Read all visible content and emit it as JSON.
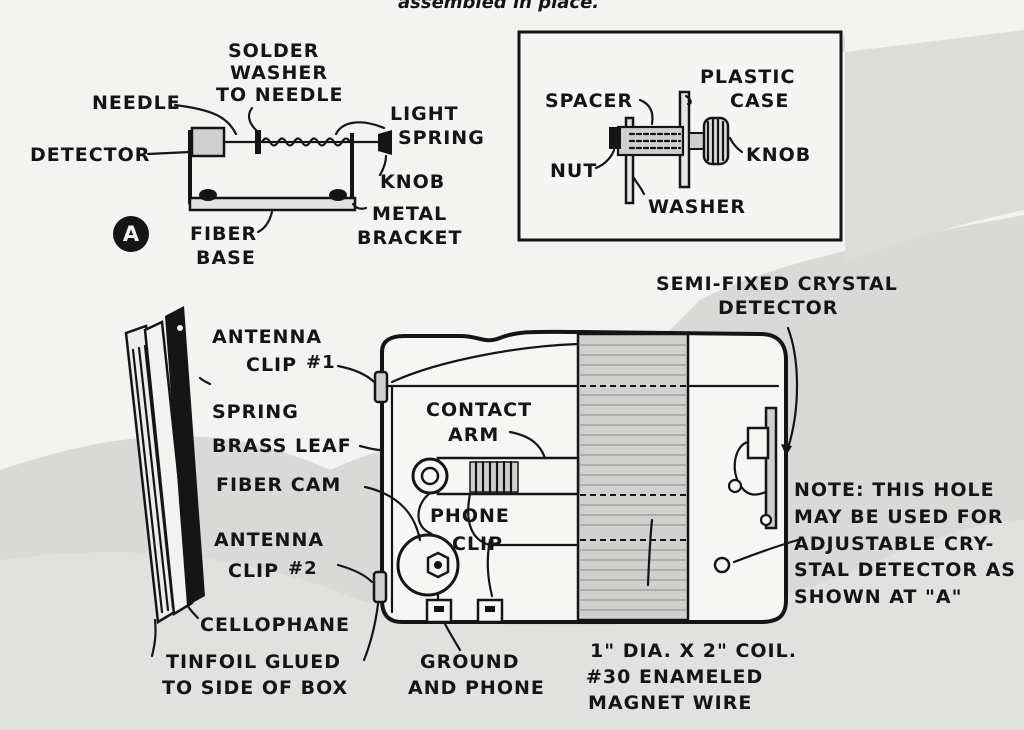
{
  "caption_top": "assembled in place.",
  "badge_letter": "A",
  "detail_a": {
    "solder": "SOLDER",
    "washer_to": "WASHER",
    "to_needle": "TO NEEDLE",
    "needle": "NEEDLE",
    "light": "LIGHT",
    "spring": "SPRING",
    "detector": "DETECTOR",
    "knob": "KNOB",
    "metal": "METAL",
    "bracket": "BRACKET",
    "fiber": "FIBER",
    "base": "BASE"
  },
  "detail_knob": {
    "plastic": "PLASTIC",
    "case": "CASE",
    "spacer": "SPACER",
    "knob": "KNOB",
    "nut": "NUT",
    "washer": "WASHER"
  },
  "main": {
    "semi_fixed_1": "SEMI-FIXED CRYSTAL",
    "semi_fixed_2": "DETECTOR",
    "antenna_clip1_a": "ANTENNA",
    "antenna_clip1_b": "CLIP",
    "clip1_num": "#1",
    "spring": "SPRING",
    "brass_leaf": "BRASS LEAF",
    "contact": "CONTACT",
    "arm": "ARM",
    "fiber_cam": "FIBER CAM",
    "phone": "PHONE",
    "clip": "CLIP",
    "antenna_clip2_a": "ANTENNA",
    "antenna_clip2_b": "CLIP",
    "clip2_num": "#2",
    "cellophane": "CELLOPHANE",
    "tinfoil_1": "TINFOIL GLUED",
    "tinfoil_2": "TO SIDE OF BOX",
    "ground": "GROUND",
    "and_phone": "AND PHONE",
    "coil_1": "1\" DIA. X 2\" COIL.",
    "coil_2": "#30 ENAMELED",
    "coil_3": "MAGNET WIRE",
    "note_1": "NOTE: THIS HOLE",
    "note_2": "MAY BE USED FOR",
    "note_3": "ADJUSTABLE CRY-",
    "note_4": "STAL DETECTOR AS",
    "note_5": "SHOWN AT \"A\""
  }
}
